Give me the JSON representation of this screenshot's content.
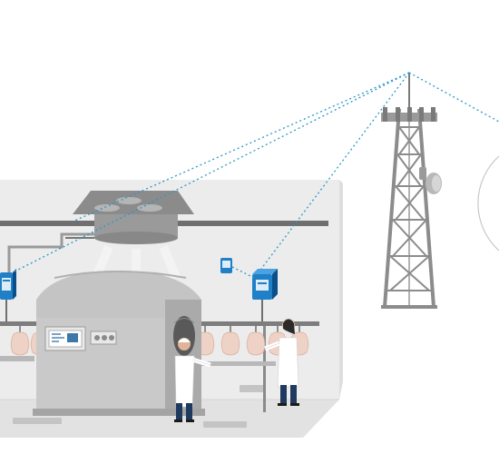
{
  "scene": {
    "kind": "poultry-processing-iot-diagram",
    "colors": {
      "background": "#ffffff",
      "room_fill": "#ececec",
      "room_wall": "#e0e0e0",
      "floor": "#e4e4e4",
      "machine_light": "#c9c9c9",
      "machine_mid": "#a9a9a9",
      "machine_dark": "#7d7d7d",
      "rail": "#8a8a8a",
      "sensor_blue": "#1f7fc7",
      "sensor_dark": "#0b4f8a",
      "link_line": "#2a98c8",
      "tower": "#8c8c8c",
      "poultry": "#efd2c6",
      "worker_coat": "#ffffff",
      "worker_pants": "#1e3a5f",
      "skin": "#e0b49a"
    },
    "icons": [
      "cell-tower-icon",
      "wireless-sensor-icon",
      "worker-icon",
      "poultry-carcass-icon",
      "extraction-hood-icon",
      "control-panel-icon"
    ],
    "link_count": 4,
    "carcass_count": 9,
    "worker_count": 2
  }
}
